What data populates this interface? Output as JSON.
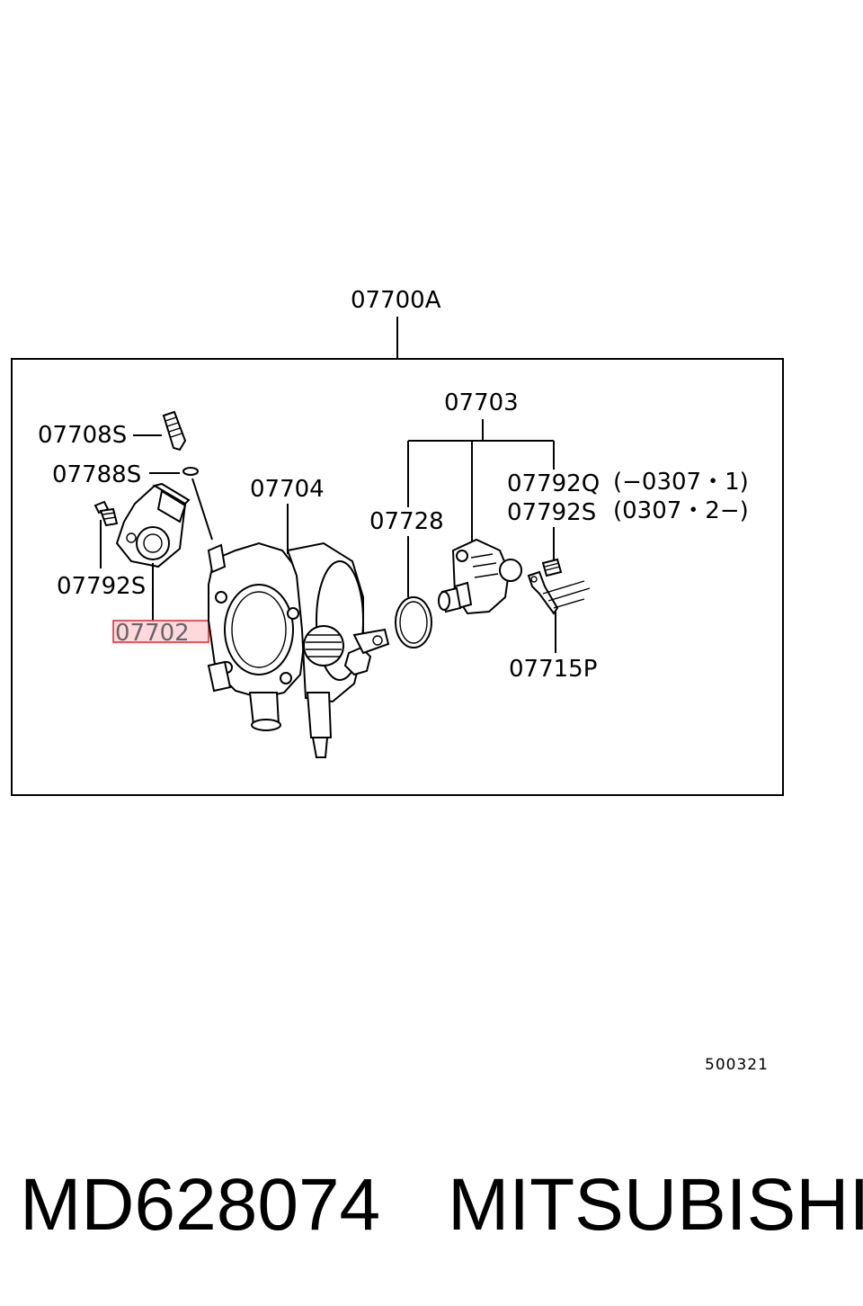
{
  "diagram": {
    "assembly_label": "07700A",
    "reference_code": "500321",
    "callouts": {
      "c07708S": "07708S",
      "c07788S": "07788S",
      "c07704": "07704",
      "c07792S_left": "07792S",
      "c07702": "07702",
      "c07703": "07703",
      "c07728": "07728",
      "c07792Q": "07792Q",
      "c07792Q_note": "(−0307・1)",
      "c07792S_right": "07792S",
      "c07792S_note": "(0307・2−)",
      "c07715P": "07715P"
    },
    "highlighted_callout": "07702",
    "highlight_color": "#e03040"
  },
  "footer": {
    "part_number": "MD628074",
    "brand": "MITSUBISHI"
  }
}
